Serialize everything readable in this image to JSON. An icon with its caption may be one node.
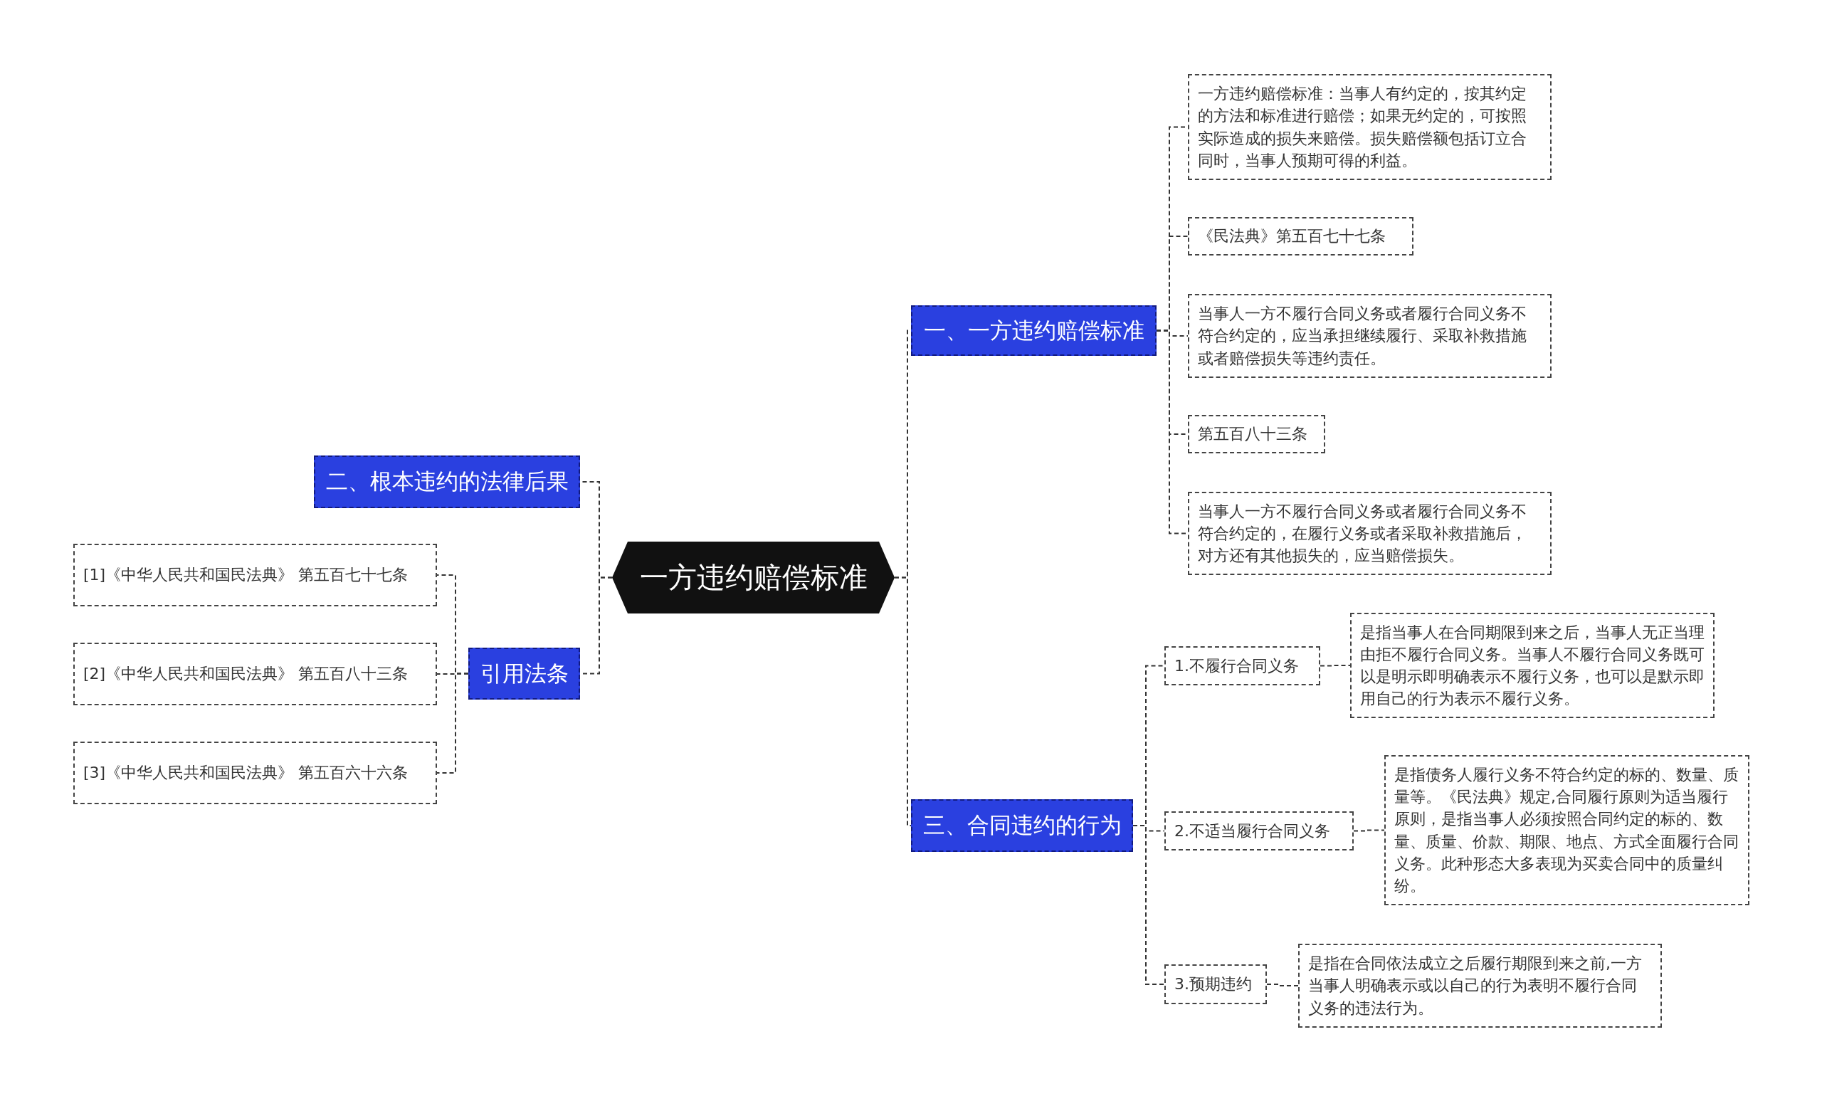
{
  "diagram": {
    "nodes": [
      {
        "text": [
          "一方违约赔偿标准"
        ]
      },
      {
        "text": [
          "一、一方违约赔偿标准"
        ]
      },
      {
        "text": [
          "一方违约赔偿标准：当事人有约定的，按其约定的方法和标准进行赔偿；如果无约定的，可按照实际造成的损失来赔偿。损失赔偿额包括订立合同时，当事人预期可得的利益。"
        ]
      },
      {
        "text": [
          "《民法典》第五百七十七条"
        ]
      },
      {
        "text": [
          "当事人一方不履行合同义务或者履行合同义务不符合约定的，应当承担继续履行、采取补救措施或者赔偿损失等违约责任。"
        ]
      },
      {
        "text": [
          "第五百八十三条"
        ]
      },
      {
        "text": [
          "当事人一方不履行合同义务或者履行合同义务不符合约定的，在履行义务或者采取补救措施后，对方还有其他损失的，应当赔偿损失。"
        ]
      },
      {
        "text": [
          "二、根本违约的法律后果"
        ]
      },
      {
        "text": [
          "引用法条"
        ]
      },
      {
        "text": [
          "[1]《中华人民共和国民法典》 第五百七十七条"
        ]
      },
      {
        "text": [
          "[2]《中华人民共和国民法典》 第五百八十三条"
        ]
      },
      {
        "text": [
          "[3]《中华人民共和国民法典》 第五百六十六条"
        ]
      },
      {
        "text": [
          "三、合同违约的行为"
        ]
      },
      {
        "text": [
          "1.不履行合同义务"
        ]
      },
      {
        "text": [
          "是指当事人在合同期限到来之后，当事人无正当理由拒不履行合同义务。当事人不履行合同义务既可以是明示即明确表示不履行义务，也可以是默示即用自己的行为表示不履行义务。"
        ]
      },
      {
        "text": [
          "2.不适当履行合同义务"
        ]
      },
      {
        "text": [
          "是指债务人履行义务不符合约定的标的、数量、质量等。《民法典》规定,合同履行原则为适当履行原则，是指当事人必须按照合同约定的标的、数量、质量、价款、期限、地点、方式全面履行合同义务。此种形态大多表现为买卖合同中的质量纠纷。"
        ]
      },
      {
        "text": [
          "3.预期违约"
        ]
      },
      {
        "text": [
          "是指在合同依法成立之后履行期限到来之前,一方当事人明确表示或以自己的行为表明不履行合同义务的违法行为。"
        ]
      }
    ],
    "edges": [
      {
        "from": 0,
        "to": 1,
        "arrow": "none",
        "style": "dashed"
      },
      {
        "from": 1,
        "to": 2,
        "arrow": "none",
        "style": "dashed"
      },
      {
        "from": 1,
        "to": 3,
        "arrow": "none",
        "style": "dashed"
      },
      {
        "from": 1,
        "to": 4,
        "arrow": "none",
        "style": "dashed"
      },
      {
        "from": 1,
        "to": 5,
        "arrow": "none",
        "style": "dashed"
      },
      {
        "from": 1,
        "to": 6,
        "arrow": "none",
        "style": "dashed"
      },
      {
        "from": 0,
        "to": 7,
        "arrow": "none",
        "style": "dashed"
      },
      {
        "from": 0,
        "to": 8,
        "arrow": "none",
        "style": "dashed"
      },
      {
        "from": 8,
        "to": 9,
        "arrow": "none",
        "style": "dashed"
      },
      {
        "from": 8,
        "to": 10,
        "arrow": "none",
        "style": "dashed"
      },
      {
        "from": 8,
        "to": 11,
        "arrow": "none",
        "style": "dashed"
      },
      {
        "from": 0,
        "to": 12,
        "arrow": "none",
        "style": "dashed"
      },
      {
        "from": 12,
        "to": 13,
        "arrow": "none",
        "style": "dashed"
      },
      {
        "from": 13,
        "to": 14,
        "arrow": "none",
        "style": "dashed"
      },
      {
        "from": 12,
        "to": 15,
        "arrow": "none",
        "style": "dashed"
      },
      {
        "from": 15,
        "to": 16,
        "arrow": "none",
        "style": "dashed"
      },
      {
        "from": 12,
        "to": 17,
        "arrow": "none",
        "style": "dashed"
      },
      {
        "from": 17,
        "to": 18,
        "arrow": "none",
        "style": "dashed"
      }
    ]
  }
}
